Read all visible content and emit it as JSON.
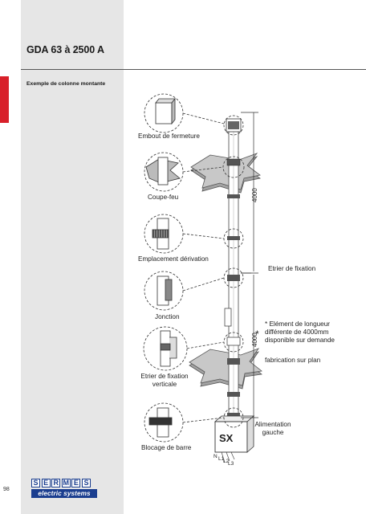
{
  "header": {
    "title": "GDA 63 à 2500 A",
    "subtitle": "Exemple de colonne montante"
  },
  "labels": {
    "embout": "Embout de fermeture",
    "coupe_feu": "Coupe-feu",
    "emplacement": "Emplacement  dérivation",
    "jonction": "Jonction",
    "etrier_vert_1": "Etrier de fixation",
    "etrier_vert_2": "verticale",
    "blocage": "Blocage de barre",
    "etrier_fix": "Etrier de fixation",
    "note_1": "* Elément de longueur",
    "note_2": "différente de 4000mm",
    "note_3": "disponible sur demande",
    "fabrication": "fabrication sur plan",
    "alim_1": "Alimentation",
    "alim_2": "gauche",
    "dim_top": "4000",
    "dim_mid": "4000",
    "dim_star": "*",
    "box": "SX",
    "phase_n": "N",
    "phase_l1": "L1",
    "phase_l2": "L2",
    "phase_l3": "L3"
  },
  "footer": {
    "page_number": "98",
    "logo_letters": [
      "S",
      "E",
      "R",
      "M",
      "E",
      "S"
    ],
    "logo_tagline": "electric systems"
  },
  "colors": {
    "accent_red": "#d8202a",
    "brand_blue": "#1b3e8f",
    "panel_grey": "#e6e6e6",
    "floor_grey": "#9a9a9a"
  }
}
